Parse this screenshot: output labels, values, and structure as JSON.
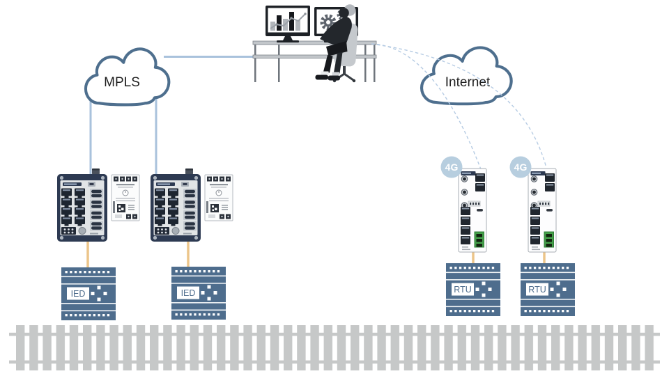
{
  "clouds": [
    {
      "id": "mpls",
      "label": "MPLS"
    },
    {
      "id": "internet",
      "label": "Internet"
    }
  ],
  "cellular_badges": [
    {
      "label": "4G"
    },
    {
      "label": "4G"
    }
  ],
  "field_devices": [
    {
      "type": "ied",
      "label": "IED"
    },
    {
      "type": "ied",
      "label": "IED"
    },
    {
      "type": "rtu",
      "label": "RTU"
    },
    {
      "type": "rtu",
      "label": "RTU"
    }
  ],
  "icons": {
    "monitor_left": "bar-chart-icon",
    "monitor_right": "gears-icon",
    "operator": "person-at-desk-icon",
    "bottom_scene": "railway-track"
  },
  "colors": {
    "cloud_outline": "#4e6f8e",
    "solid_link_blue": "#a9c2dc",
    "dashed_link_blue": "#b5cbe3",
    "cable_orange": "#ecc58a",
    "field_device_blue": "#4e6d8d",
    "switch_frame_navy": "#2d3a52",
    "badge_fill_blue": "#b7cedf",
    "railway_gray": "#c7c9c9"
  }
}
